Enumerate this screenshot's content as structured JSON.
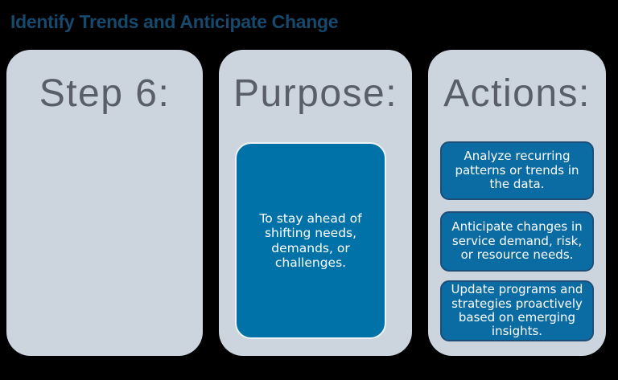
{
  "title": "Identify Trends and Anticipate Change",
  "columns": [
    {
      "heading": "Step 6:"
    },
    {
      "heading": "Purpose:",
      "box": "To stay ahead of\nshifting needs,\ndemands, or\nchallenges."
    },
    {
      "heading": "Actions:",
      "boxes": [
        "Analyze recurring\npatterns or trends in\nthe data.",
        "Anticipate changes in\nservice demand, risk,\nor resource needs.",
        "Update programs and\nstrategies proactively\nbased on emerging\ninsights."
      ]
    }
  ],
  "colors": {
    "background": "#000000",
    "title_text": "#15496D",
    "card_fill": "#CCD5DE",
    "heading_text": "#595E68",
    "purpose_box_fill": "#0172A8",
    "purpose_box_border": "#EDF2F6",
    "action_box_fill": "#0B6BA3",
    "action_box_border": "#1E4D78",
    "box_text": "#FFFFFF"
  }
}
